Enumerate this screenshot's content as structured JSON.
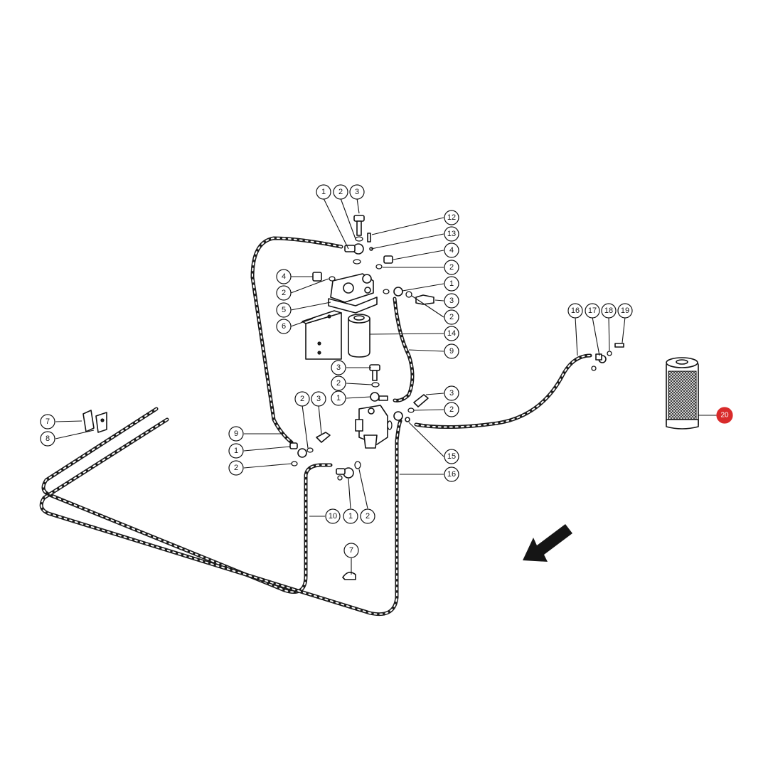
{
  "callouts": [
    {
      "id": "c-1a",
      "label": "1"
    },
    {
      "id": "c-2a",
      "label": "2"
    },
    {
      "id": "c-3a",
      "label": "3"
    },
    {
      "id": "c-12",
      "label": "12"
    },
    {
      "id": "c-13",
      "label": "13"
    },
    {
      "id": "c-4a",
      "label": "4"
    },
    {
      "id": "c-2b",
      "label": "2"
    },
    {
      "id": "c-4b",
      "label": "4"
    },
    {
      "id": "c-1b",
      "label": "1"
    },
    {
      "id": "c-2c",
      "label": "2"
    },
    {
      "id": "c-3b",
      "label": "3"
    },
    {
      "id": "c-5",
      "label": "5"
    },
    {
      "id": "c-2d",
      "label": "2"
    },
    {
      "id": "c-6",
      "label": "6"
    },
    {
      "id": "c-14",
      "label": "14"
    },
    {
      "id": "c-9a",
      "label": "9"
    },
    {
      "id": "c-16a",
      "label": "16"
    },
    {
      "id": "c-17",
      "label": "17"
    },
    {
      "id": "c-18",
      "label": "18"
    },
    {
      "id": "c-19",
      "label": "19"
    },
    {
      "id": "c-3c",
      "label": "3"
    },
    {
      "id": "c-2e",
      "label": "2"
    },
    {
      "id": "c-1c",
      "label": "1"
    },
    {
      "id": "c-3d",
      "label": "3"
    },
    {
      "id": "c-2f",
      "label": "2"
    },
    {
      "id": "c-2g",
      "label": "2"
    },
    {
      "id": "c-3e",
      "label": "3"
    },
    {
      "id": "c-7a",
      "label": "7"
    },
    {
      "id": "c-8",
      "label": "8"
    },
    {
      "id": "c-9b",
      "label": "9"
    },
    {
      "id": "c-1d",
      "label": "1"
    },
    {
      "id": "c-2h",
      "label": "2"
    },
    {
      "id": "c-15",
      "label": "15"
    },
    {
      "id": "c-16b",
      "label": "16"
    },
    {
      "id": "c-10",
      "label": "10"
    },
    {
      "id": "c-1e",
      "label": "1"
    },
    {
      "id": "c-2i",
      "label": "2"
    },
    {
      "id": "c-7b",
      "label": "7"
    },
    {
      "id": "c-20",
      "label": "20",
      "highlight": true
    }
  ],
  "colors": {
    "highlight": "#d92b2b",
    "line": "#111111"
  }
}
